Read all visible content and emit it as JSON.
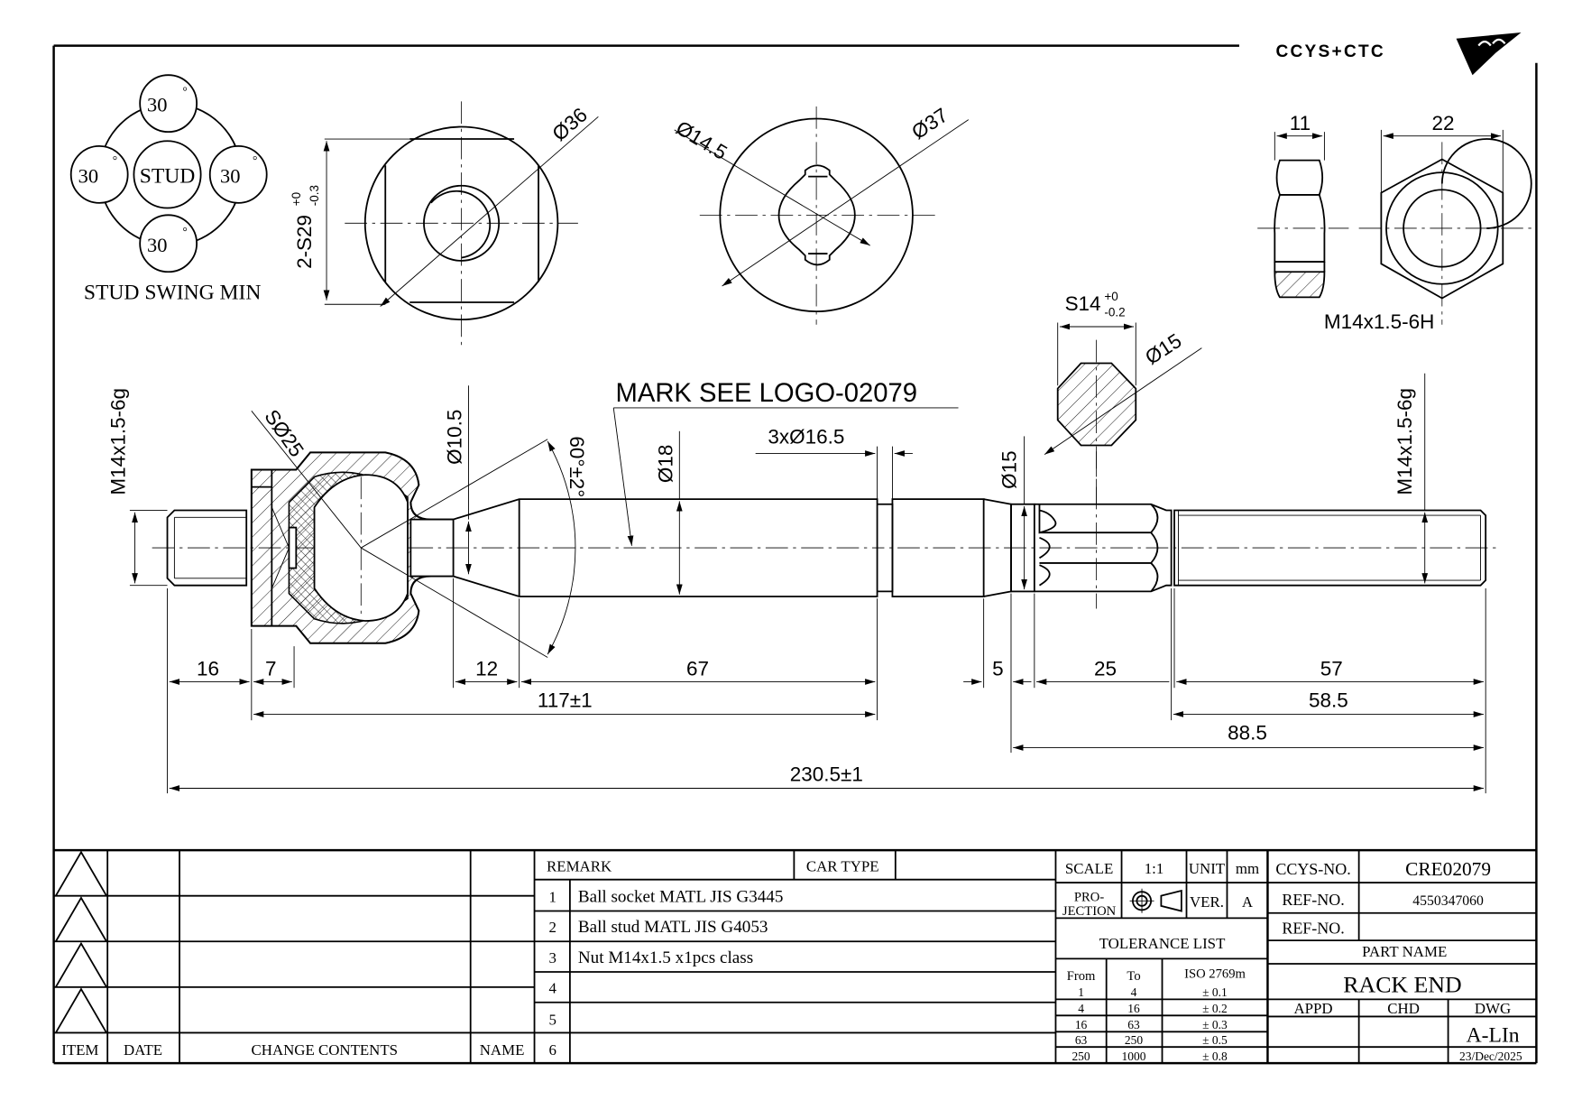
{
  "logo": {
    "text": "CCYS+CTC"
  },
  "stud_swing": {
    "center": "STUD",
    "angles": [
      "30",
      "30",
      "30",
      "30"
    ],
    "degree": "°",
    "caption": "STUD SWING MIN"
  },
  "view_socket": {
    "flats": "2-S29",
    "flats_tol_upper": "+0",
    "flats_tol_lower": "-0.3",
    "diameter": "Ø36"
  },
  "view_end": {
    "inner": "Ø14.5",
    "outer": "Ø37"
  },
  "section": {
    "flats": "S14",
    "tol_upper": "+0",
    "tol_lower": "-0.2",
    "diameter": "Ø15"
  },
  "nut": {
    "width": "11",
    "across": "22",
    "thread": "M14x1.5-6H"
  },
  "main": {
    "thread_left": "M14x1.5-6g",
    "ball": "SØ25",
    "neck": "Ø10.5",
    "angle": "60°±2°",
    "rod": "Ø18",
    "mark": "MARK SEE LOGO-02079",
    "grooves": "3xØ16.5",
    "spline": "Ø15",
    "thread_right": "M14x1.5-6g",
    "dims": {
      "d16": "16",
      "d7": "7",
      "d12": "12",
      "d67": "67",
      "d5": "5",
      "d25": "25",
      "d57": "57",
      "d117": "117±1",
      "d58": "58.5",
      "d88": "88.5",
      "d230": "230.5±1"
    }
  },
  "revision": {
    "headers": [
      "ITEM",
      "DATE",
      "CHANGE CONTENTS",
      "NAME"
    ]
  },
  "remark": {
    "label": "REMARK",
    "car_type_label": "CAR TYPE",
    "rows": [
      {
        "no": "1",
        "text": "Ball socket MATL JIS G3445"
      },
      {
        "no": "2",
        "text": "Ball stud MATL JIS G4053"
      },
      {
        "no": "3",
        "text": "Nut M14x1.5 x1pcs class"
      },
      {
        "no": "4",
        "text": ""
      },
      {
        "no": "5",
        "text": ""
      },
      {
        "no": "6",
        "text": ""
      }
    ]
  },
  "title_block": {
    "scale_label": "SCALE",
    "scale": "1:1",
    "unit_label": "UNIT",
    "unit": "mm",
    "projection_label_1": "PRO-",
    "projection_label_2": "JECTION",
    "ver_label": "VER.",
    "ver": "A",
    "tolerance_title": "TOLERANCE LIST",
    "tolerance_headers": [
      "From",
      "To",
      "ISO 2769m"
    ],
    "tolerance_rows": [
      {
        "from": "1",
        "to": "4",
        "tol": "± 0.1"
      },
      {
        "from": "4",
        "to": "16",
        "tol": "± 0.2"
      },
      {
        "from": "16",
        "to": "63",
        "tol": "± 0.3"
      },
      {
        "from": "63",
        "to": "250",
        "tol": "± 0.5"
      },
      {
        "from": "250",
        "to": "1000",
        "tol": "± 0.8"
      }
    ],
    "ccys_label": "CCYS-NO.",
    "ccys_no": "CRE02079",
    "ref_label": "REF-NO.",
    "ref_no": "4550347060",
    "ref2_label": "REF-NO.",
    "ref2_no": "",
    "part_name_label": "PART NAME",
    "part_name": "RACK END",
    "appd_label": "APPD",
    "chd_label": "CHD",
    "dwg_label": "DWG",
    "dwg": "A-LIn",
    "date": "23/Dec/2025"
  }
}
